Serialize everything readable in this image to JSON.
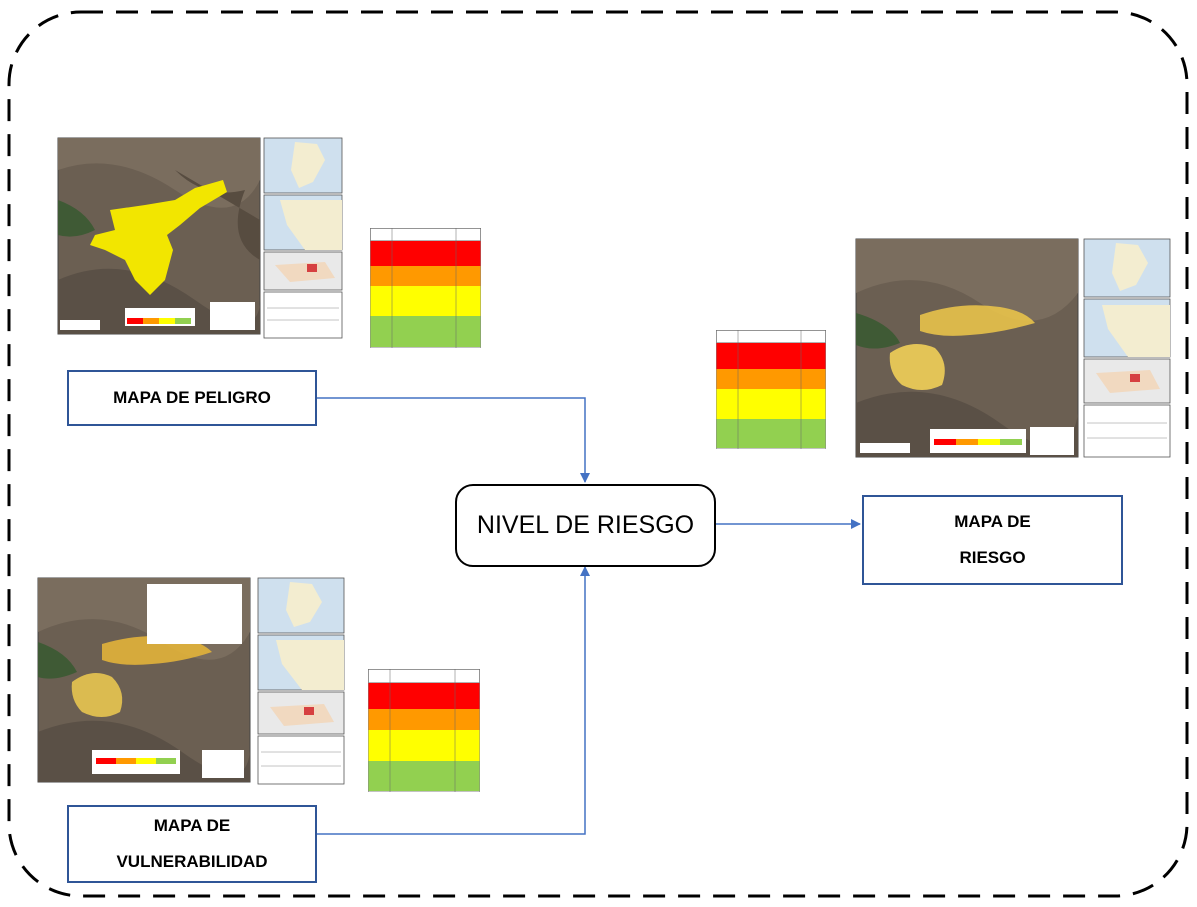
{
  "nodes": {
    "peligro": "MAPA DE PELIGRO",
    "vulnerabilidad": "MAPA DE VULNERABILIDAD",
    "nivel": "NIVEL DE RIESGO",
    "riesgo": "MAPA DE RIESGO"
  },
  "colors": {
    "box_border": "#2F5597",
    "arrow": "#4472C4",
    "frame": "#000000",
    "level_very_high": "#FF0000",
    "level_high": "#FF9900",
    "level_medium": "#FFFF00",
    "level_low": "#92D050"
  },
  "thumbnails": [
    {
      "name": "peligro-map",
      "overlay": "#F2E600"
    },
    {
      "name": "vulnerabilidad-map",
      "overlay": "#E2B23A"
    },
    {
      "name": "riesgo-map",
      "overlay": "#E8C24A"
    }
  ]
}
